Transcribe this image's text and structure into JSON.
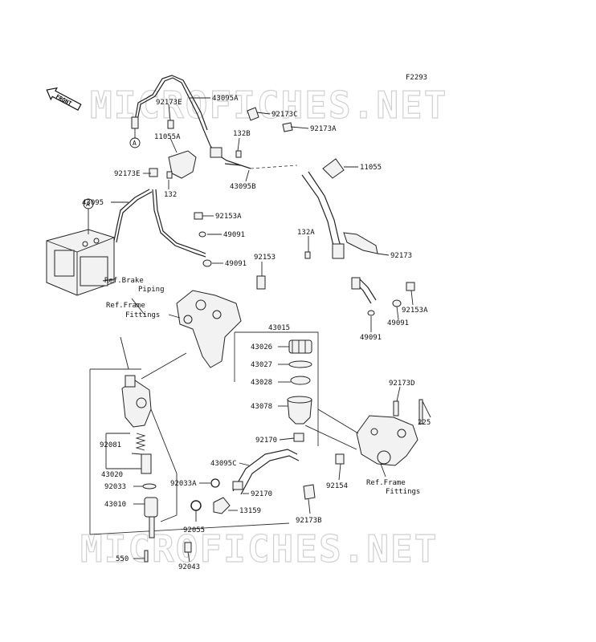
{
  "figure_code": "F2293",
  "watermark": "MICROFICHES.NET",
  "front_label": "FRONT",
  "circle_marker": "A",
  "parts": {
    "p43095A": "43095A",
    "p92173E_top": "92173E",
    "p92173C": "92173C",
    "p92173A": "92173A",
    "p132B": "132B",
    "p11055A": "11055A",
    "p11055": "11055",
    "p92173E_mid": "92173E",
    "p132": "132",
    "p43095B": "43095B",
    "p43095": "43095",
    "p92153A": "92153A",
    "p49091_a": "49091",
    "p49091_b": "49091",
    "p132A": "132A",
    "p92173": "92173",
    "p92153": "92153",
    "p92153A_r": "92153A",
    "p49091_r1": "49091",
    "p49091_r2": "49091",
    "p43015": "43015",
    "p43026": "43026",
    "p43027": "43027",
    "p43028": "43028",
    "p43078": "43078",
    "p92173D": "92173D",
    "p225": "225",
    "p92170_a": "92170",
    "p92081": "92081",
    "p43020": "43020",
    "p43095C": "43095C",
    "p92154": "92154",
    "p92033": "92033",
    "p92033A": "92033A",
    "p92170_b": "92170",
    "p43010": "43010",
    "p13159": "13159",
    "p92173B": "92173B",
    "p92055": "92055",
    "p550": "550",
    "p92043": "92043"
  },
  "refs": {
    "brake_line1": "Ref.Brake",
    "brake_line2": "Piping",
    "frame_left_line1": "Ref.Frame",
    "frame_left_line2": "Fittings",
    "frame_right_line1": "Ref.Frame",
    "frame_right_line2": "Fittings"
  }
}
